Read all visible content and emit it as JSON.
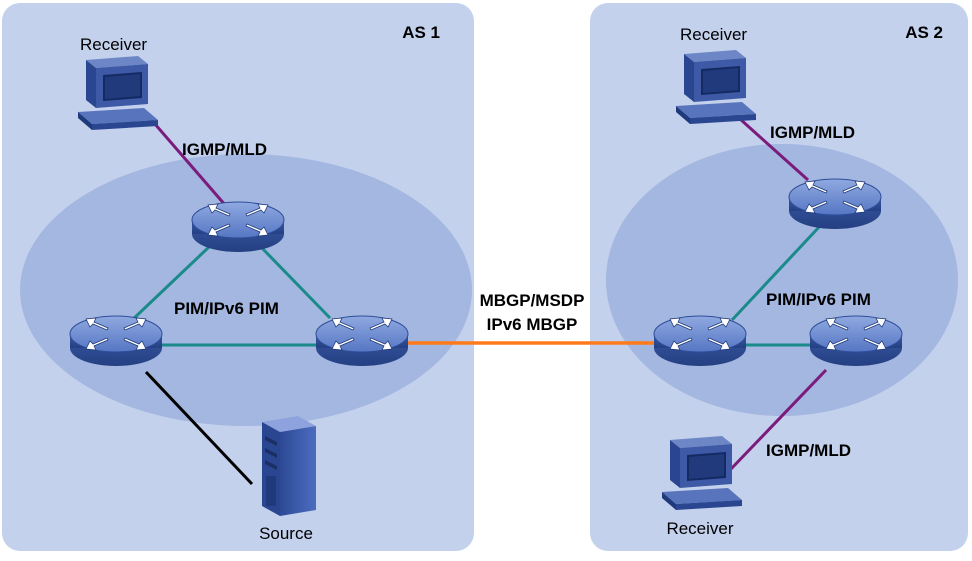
{
  "domains": [
    {
      "id": "as1",
      "label": "AS 1"
    },
    {
      "id": "as2",
      "label": "AS 2"
    }
  ],
  "labels": {
    "as1_receiver": "Receiver",
    "as1_igmp": "IGMP/MLD",
    "as1_pim": "PIM/IPv6 PIM",
    "as1_source": "Source",
    "inter_as_line1": "MBGP/MSDP",
    "inter_as_line2": "IPv6 MBGP",
    "as2_receiver_top": "Receiver",
    "as2_igmp_top": "IGMP/MLD",
    "as2_pim": "PIM/IPv6 PIM",
    "as2_igmp_bottom": "IGMP/MLD",
    "as2_receiver_bottom": "Receiver"
  },
  "colors": {
    "as_box": "#c3d1ec",
    "pim_domain": "#a3b7e0",
    "link_pim": "#1a8a8a",
    "link_igmp": "#7b1b7b",
    "link_inter_as": "#ff7a1a",
    "link_source": "#000000",
    "router": "#3a5aa8"
  },
  "icons": {
    "router": "router-icon",
    "receiver": "desktop-computer-icon",
    "source": "server-tower-icon"
  }
}
